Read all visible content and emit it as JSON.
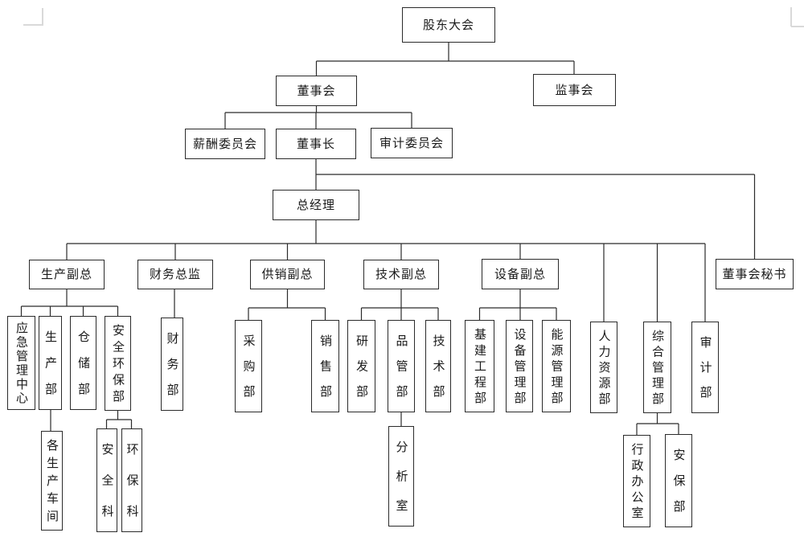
{
  "page": {
    "background_color": "#ffffff",
    "box_border_color": "#2b2b2b",
    "connector_color": "#2b2b2b",
    "margin_mark_color": "#d9d9d9"
  },
  "org_chart": {
    "type": "organization-chart",
    "nodes": {
      "shareholders_meeting": {
        "label": "股东大会",
        "parent": null
      },
      "board_of_directors": {
        "label": "董事会",
        "parent": "shareholders_meeting"
      },
      "supervisory_board": {
        "label": "监事会",
        "parent": "shareholders_meeting"
      },
      "compensation_committee": {
        "label": "薪酬委员会",
        "parent": "board_of_directors"
      },
      "chairman": {
        "label": "董事长",
        "parent": "board_of_directors"
      },
      "audit_committee": {
        "label": "审计委员会",
        "parent": "board_of_directors"
      },
      "general_manager": {
        "label": "总经理",
        "parent": "chairman"
      },
      "board_secretary": {
        "label": "董事会秘书",
        "parent": "chairman"
      },
      "production_vp": {
        "label": "生产副总",
        "parent": "general_manager"
      },
      "finance_director": {
        "label": "财务总监",
        "parent": "general_manager"
      },
      "supply_sales_vp": {
        "label": "供销副总",
        "parent": "general_manager"
      },
      "technology_vp": {
        "label": "技术副总",
        "parent": "general_manager"
      },
      "equipment_vp": {
        "label": "设备副总",
        "parent": "general_manager"
      },
      "hr_dept": {
        "label": "人力资源部",
        "parent": "general_manager"
      },
      "general_mgmt_dept": {
        "label": "综合管理部",
        "parent": "general_manager"
      },
      "audit_dept": {
        "label": "审计部",
        "parent": "general_manager"
      },
      "emergency_mgmt_center": {
        "label": "应急管理中心",
        "parent": "production_vp"
      },
      "production_dept": {
        "label": "生产部",
        "parent": "production_vp"
      },
      "warehouse_dept": {
        "label": "仓储部",
        "parent": "production_vp"
      },
      "safety_env_dept": {
        "label": "安全环保部",
        "parent": "production_vp"
      },
      "finance_dept": {
        "label": "财务部",
        "parent": "finance_director"
      },
      "procurement_dept": {
        "label": "采购部",
        "parent": "supply_sales_vp"
      },
      "sales_dept": {
        "label": "销售部",
        "parent": "supply_sales_vp"
      },
      "rd_dept": {
        "label": "研发部",
        "parent": "technology_vp"
      },
      "quality_mgmt_dept": {
        "label": "品管部",
        "parent": "technology_vp"
      },
      "technology_dept": {
        "label": "技术部",
        "parent": "technology_vp"
      },
      "infrastructure_dept": {
        "label": "基建工程部",
        "parent": "equipment_vp"
      },
      "equipment_mgmt_dept": {
        "label": "设备管理部",
        "parent": "equipment_vp"
      },
      "energy_mgmt_dept": {
        "label": "能源管理部",
        "parent": "equipment_vp"
      },
      "production_workshops": {
        "label": "各生产车间",
        "parent": "production_dept"
      },
      "safety_section": {
        "label": "安全科",
        "parent": "safety_env_dept"
      },
      "env_section": {
        "label": "环保科",
        "parent": "safety_env_dept"
      },
      "analysis_room": {
        "label": "分析室",
        "parent": "quality_mgmt_dept"
      },
      "admin_office": {
        "label": "行政办公室",
        "parent": "general_mgmt_dept"
      },
      "security_dept": {
        "label": "安保部",
        "parent": "general_mgmt_dept"
      }
    }
  }
}
